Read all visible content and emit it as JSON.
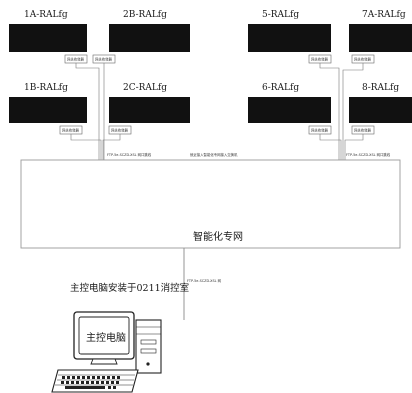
{
  "displays": [
    {
      "id": "1A",
      "label": "1A-RALfg"
    },
    {
      "id": "2B",
      "label": "2B-RALfg"
    },
    {
      "id": "5",
      "label": "5-RALfg"
    },
    {
      "id": "7A",
      "label": "7A-RALfg"
    },
    {
      "id": "1B",
      "label": "1B-RALfg"
    },
    {
      "id": "2C",
      "label": "2C-RALfg"
    },
    {
      "id": "6",
      "label": "6-RALfg"
    },
    {
      "id": "8",
      "label": "8-RALfg"
    }
  ],
  "converter_label": "网关收敛器",
  "cable_label_left": "FTP-5e-SCZD-XSL 网口跳线",
  "cable_label_mid": "就近接入智能化专网接入交换机",
  "cable_label_right": "FTP-5e-SCZD-XSL 网口跳线",
  "network_label": "智能化专网",
  "cable_label_bottom": "FTP-5e-SCZD-XSL 网",
  "computer_caption": "主控电脑安装于0211消控室",
  "monitor_text": "主控电脑"
}
